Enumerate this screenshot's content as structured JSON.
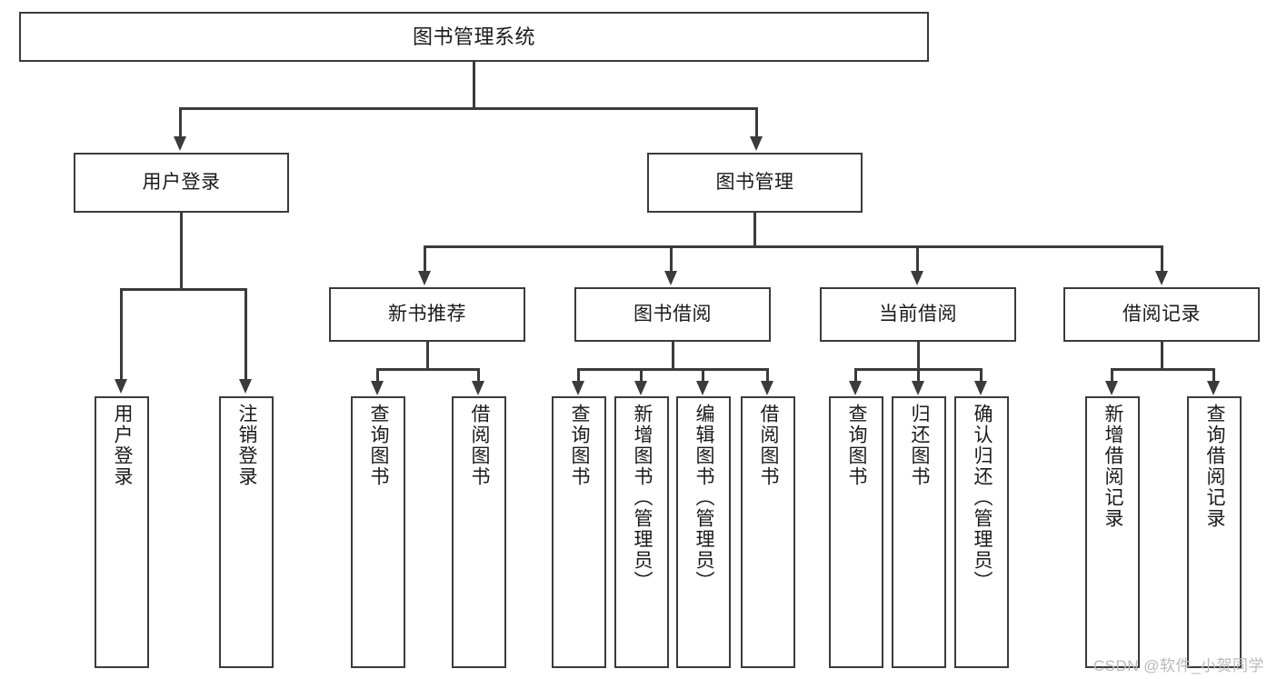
{
  "diagram": {
    "type": "tree-hierarchy-chart",
    "title": "图书管理系统",
    "colors": {
      "stroke": "#3b3b3b",
      "fill": "#ffffff",
      "text": "#1a1a1a",
      "watermark": "#b9b9b9"
    },
    "levels": {
      "root": {
        "label": "图书管理系统"
      },
      "level2": [
        {
          "label": "用户登录"
        },
        {
          "label": "图书管理"
        }
      ],
      "level3": [
        {
          "label": "新书推荐"
        },
        {
          "label": "图书借阅"
        },
        {
          "label": "当前借阅"
        },
        {
          "label": "借阅记录"
        }
      ],
      "leaves": {
        "user_login": [
          {
            "label": "用户登录"
          },
          {
            "label": "注销登录"
          }
        ],
        "new_book_recommend": [
          {
            "label": "查询图书"
          },
          {
            "label": "借阅图书"
          }
        ],
        "book_borrow": [
          {
            "label": "查询图书"
          },
          {
            "label": "新增图书（管理员）"
          },
          {
            "label": "编辑图书（管理员）"
          },
          {
            "label": "借阅图书"
          }
        ],
        "current_borrow": [
          {
            "label": "查询图书"
          },
          {
            "label": "归还图书"
          },
          {
            "label": "确认归还（管理员）"
          }
        ],
        "borrow_record": [
          {
            "label": "新增借阅记录"
          },
          {
            "label": "查询借阅记录"
          }
        ]
      }
    },
    "watermark": "CSDN @软件_小贺同学"
  }
}
